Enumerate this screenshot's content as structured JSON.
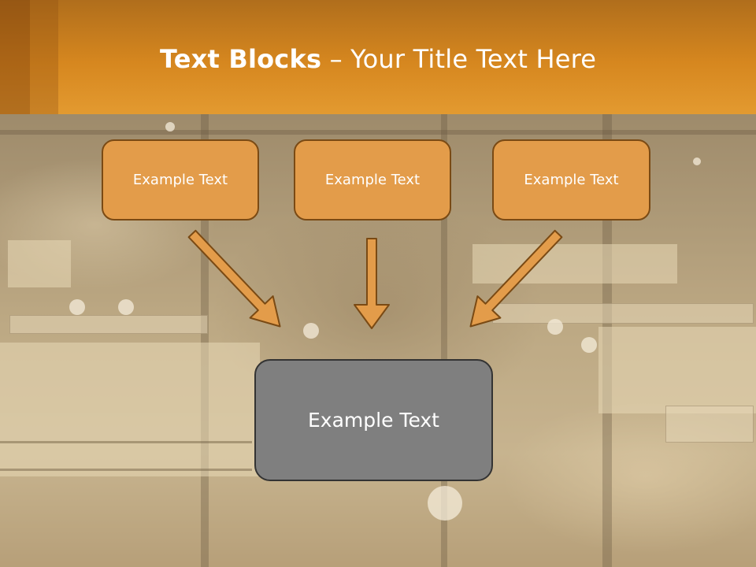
{
  "slide": {
    "title_bold": "Text Blocks",
    "title_rest": " – Your Title Text Here",
    "top_boxes": [
      {
        "label": "Example Text"
      },
      {
        "label": "Example Text"
      },
      {
        "label": "Example Text"
      }
    ],
    "bottom_box": {
      "label": "Example Text"
    }
  },
  "colors": {
    "header": "#d6871f",
    "box_fill": "#e39c4a",
    "box_border": "#7a4a14",
    "arrow_fill": "#e39c4a",
    "bottom_box_fill": "#7f7f7f"
  },
  "background_image": "market-hall-photo"
}
